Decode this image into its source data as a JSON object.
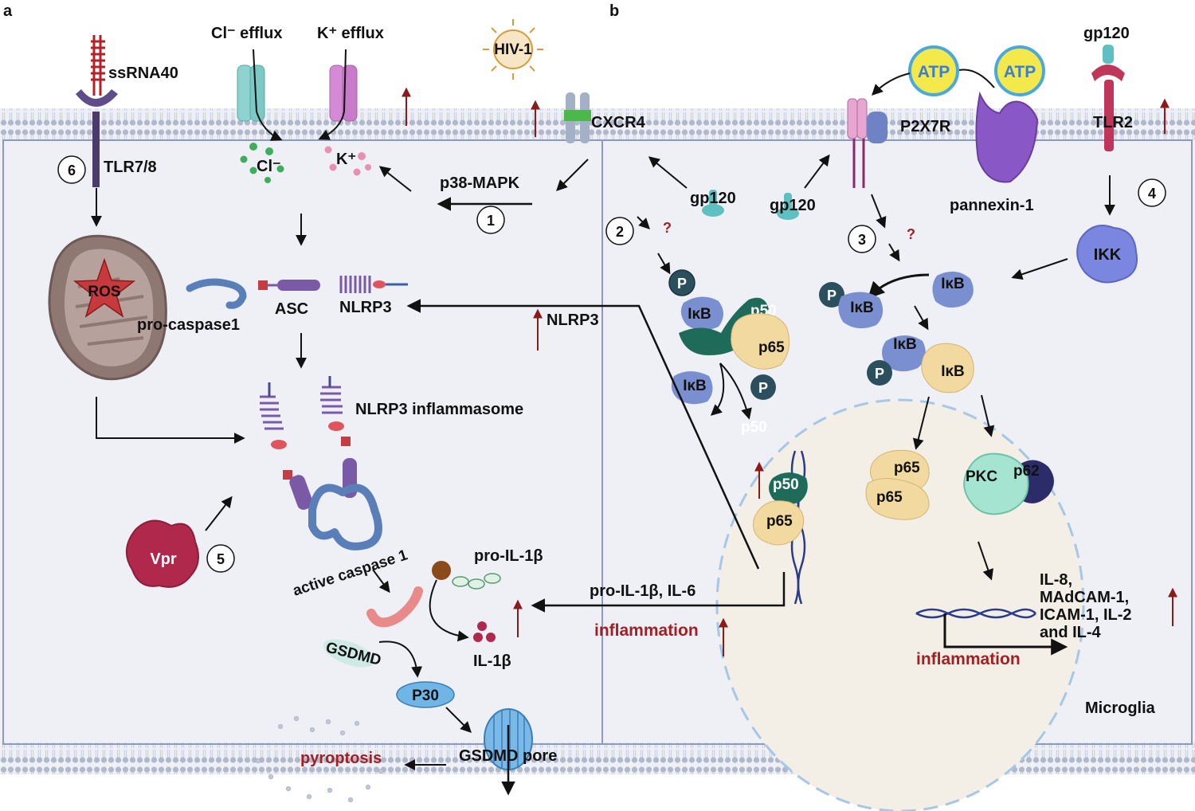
{
  "panels": {
    "a": "a",
    "b": "b"
  },
  "colors": {
    "membrane": "#aab2c6",
    "cell_fill": "#eef0f6",
    "nucleus": "#f3efe6",
    "arrow": "#111111",
    "up_arrow": "#8b1a1a",
    "highlight_text": "#a31f24"
  },
  "panel_a": {
    "cl_efflux": "Cl⁻ efflux",
    "k_efflux": "K⁺ efflux",
    "virus": "HIV-1",
    "ssrna": "ssRNA40",
    "tlr78": "TLR7/8",
    "cl_ion": "Cl⁻",
    "k_ion": "K⁺",
    "cxcr4": "CXCR4",
    "p38": "p38-MAPK",
    "ros": "ROS",
    "pro_caspase1": "pro-caspase1",
    "asc": "ASC",
    "nlrp3": "NLRP3",
    "nlrp3_up": "NLRP3",
    "inflammasome": "NLRP3 inflammasome",
    "vpr": "Vpr",
    "active_caspase": "active caspase 1",
    "pro_il1b": "pro-IL-1β",
    "il1b": "IL-1β",
    "gsdmd": "GSDMD",
    "p30": "P30",
    "gsdmd_pore": "GSDMD pore",
    "pyroptosis": "pyroptosis",
    "step1": "1",
    "step5": "5",
    "step6": "6"
  },
  "panel_b": {
    "atp": "ATP",
    "gp120_top": "gp120",
    "p2x7r": "P2X7R",
    "tlr2": "TLR2",
    "pannexin": "pannexin-1",
    "gp120_left": "gp120",
    "gp120_right": "gp120",
    "ikk": "IKK",
    "p": "P",
    "ikb": "IκB",
    "p50": "p50",
    "p65": "p65",
    "pkc": "PKC",
    "p62": "p62",
    "question": "?",
    "cytokines": [
      "IL-8,",
      "MAdCAM-1,",
      "ICAM-1, IL-2",
      "and IL-4"
    ],
    "inflammation": "inflammation",
    "pro_il1b_il6": "pro-IL-1β, IL-6",
    "microglia": "Microglia",
    "step2": "2",
    "step3": "3",
    "step4": "4"
  }
}
